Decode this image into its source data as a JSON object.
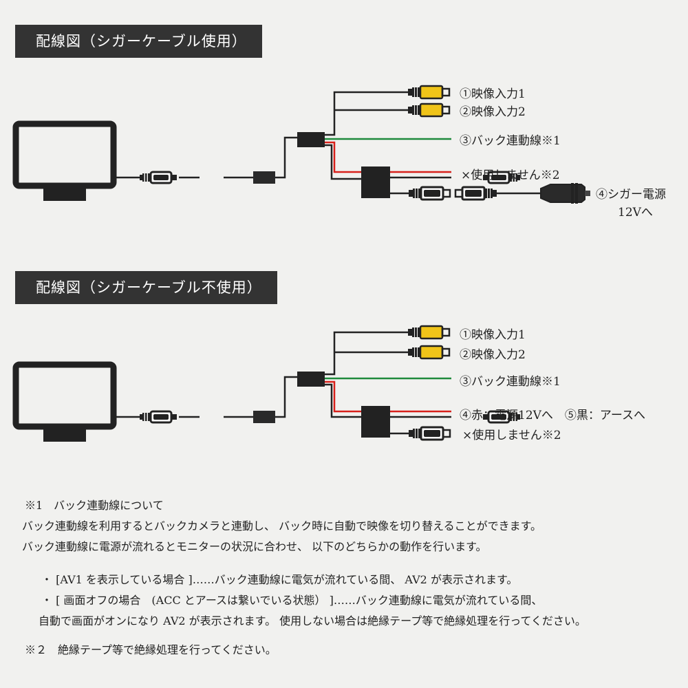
{
  "section1": {
    "title": "配線図（シガーケーブル使用）",
    "labels": {
      "video1": "①映像入力1",
      "video2": "②映像入力2",
      "back": "③バック連動線※1",
      "unused": "×使用しません※2",
      "cigar_line1": "④シガー電源",
      "cigar_line2": "12Vへ"
    }
  },
  "section2": {
    "title": "配線図（シガーケーブル不使用）",
    "labels": {
      "video1": "①映像入力1",
      "video2": "②映像入力2",
      "back": "③バック連動線※1",
      "power": "④赤：電源12Vへ　⑤黒：アースへ",
      "unused": "×使用しません※2"
    }
  },
  "colors": {
    "wire_black": "#222222",
    "wire_green": "#1e8a3c",
    "wire_red": "#d8211b",
    "rca_yellow": "#f0c419"
  },
  "notes": {
    "n1_title": "※1　バック連動線について",
    "n1_line1": "バック連動線を利用するとバックカメラと連動し、 バック時に自動で映像を切り替えることができます。",
    "n1_line2": "バック連動線に電源が流れるとモニターの状況に合わせ、 以下のどちらかの動作を行います。",
    "bullet1": "・ [AV1 を表示している場合 ]……バック連動線に電気が流れている間、 AV2 が表示されます。",
    "bullet2": "・ [ 画面オフの場合　(ACC とアースは繋いでいる状態） ]……バック連動線に電気が流れている間、",
    "bullet2_cont": "自動で画面がオンになり AV2 が表示されます。 使用しない場合は絶縁テープ等で絶縁処理を行ってください。",
    "n2": "※２　絶縁テープ等で絶縁処理を行ってください。"
  }
}
